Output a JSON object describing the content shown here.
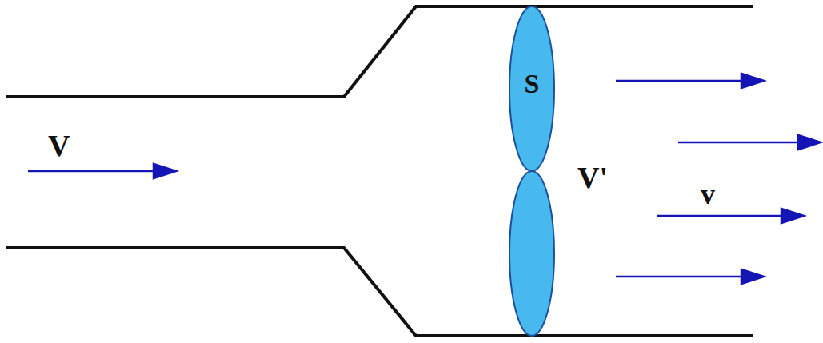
{
  "diagram": {
    "nodes": [
      {
        "text": [
          "S"
        ]
      }
    ],
    "labels": [
      "V",
      "V'",
      "v"
    ]
  }
}
